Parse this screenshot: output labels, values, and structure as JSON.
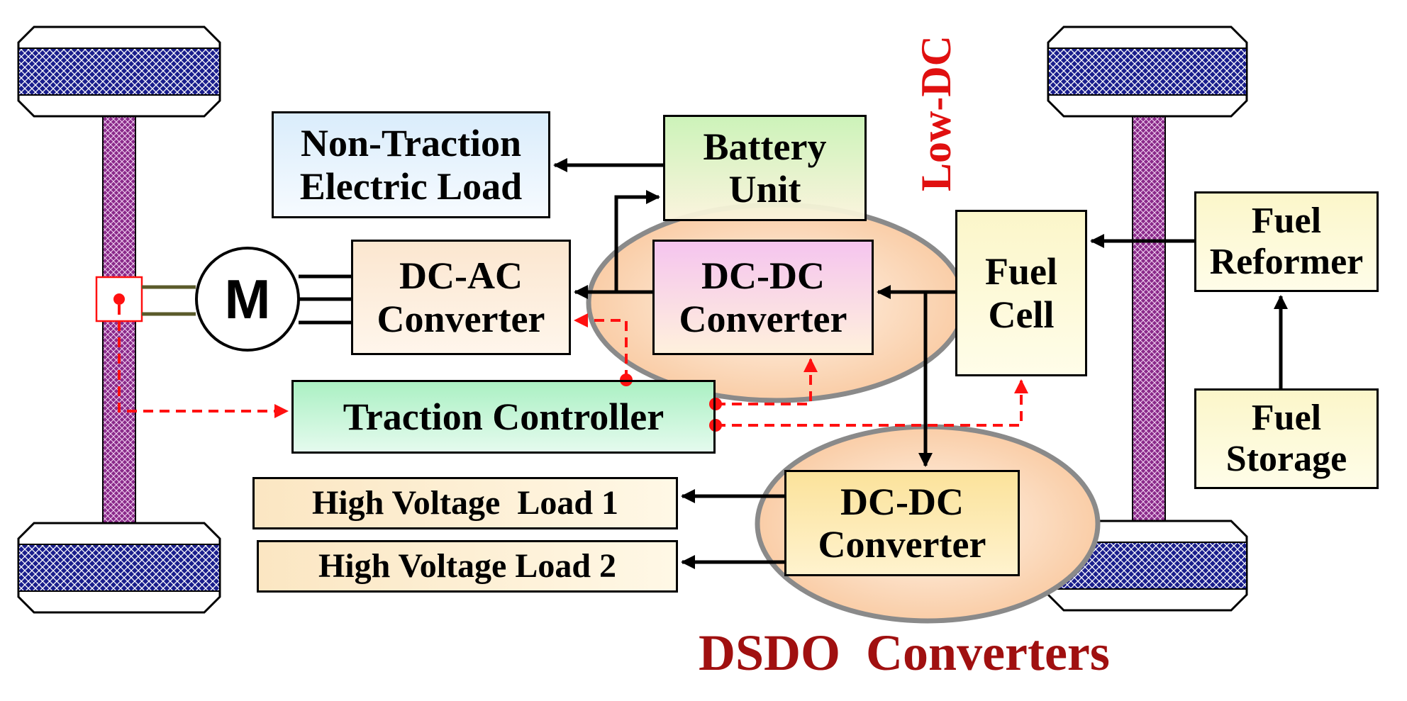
{
  "blocks": {
    "non_traction_load": "Non-Traction\nElectric Load",
    "battery_unit": "Battery\nUnit",
    "dc_ac_converter": "DC-AC\nConverter",
    "dc_dc_converter_low": "DC-DC\nConverter",
    "fuel_cell": "Fuel\nCell",
    "fuel_reformer": "Fuel\nReformer",
    "fuel_storage": "Fuel\nStorage",
    "traction_controller": "Traction Controller",
    "high_voltage_load_1": "High Voltage  Load 1",
    "high_voltage_load_2": "High Voltage Load 2",
    "dc_dc_converter_high": "DC-DC\nConverter",
    "motor": "M"
  },
  "labels": {
    "low_dc": "Low-DC",
    "dsdo_converters": "DSDO  Converters"
  },
  "colors": {
    "label_red": "#e01010",
    "label_dark_red": "#a01010",
    "signal_red": "#ff1010",
    "wheel_blue": "#1a1e8c",
    "axle_purple": "#8a2a8a",
    "ellipse_fill": "#fbd2b0",
    "ellipse_stroke": "#8a8a8a"
  }
}
